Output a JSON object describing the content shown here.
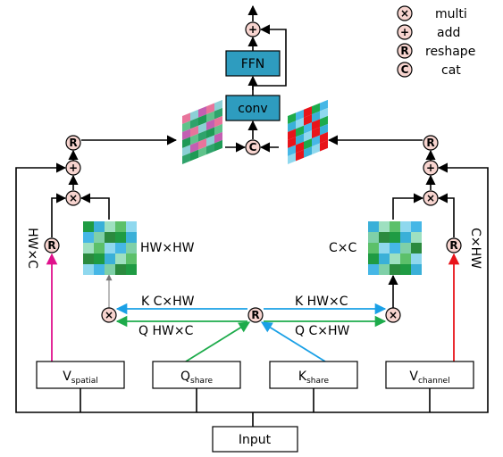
{
  "legend": [
    {
      "glyph": "×",
      "label": "multi"
    },
    {
      "glyph": "+",
      "label": "add"
    },
    {
      "glyph": "R",
      "label": "reshape"
    },
    {
      "glyph": "C",
      "label": "cat"
    }
  ],
  "blocks": {
    "ffn": "FFN",
    "conv": "conv"
  },
  "input_label": "Input",
  "projections": {
    "v_spatial": {
      "main": "V",
      "sub": "spatial"
    },
    "q_share": {
      "main": "Q",
      "sub": "share"
    },
    "k_share": {
      "main": "K",
      "sub": "share"
    },
    "v_channel": {
      "main": "V",
      "sub": "channel"
    }
  },
  "flow_labels": {
    "k_left": "K C×HW",
    "k_right": "K HW×C",
    "q_left": "Q HW×C",
    "q_right": "Q C×HW"
  },
  "matrix_labels": {
    "spatial": "HW×HW",
    "channel": "C×C"
  },
  "reshape_labels": {
    "left": "HW×C",
    "right": "C×HW"
  },
  "colors": {
    "block_fill": "#2e9cbf",
    "op_fill": "#f7d4cf",
    "k_arrow": "#1aa0e6",
    "q_arrow": "#1dab4b",
    "v_spatial_arrow": "#e0108c",
    "v_channel_arrow": "#e8141a"
  }
}
